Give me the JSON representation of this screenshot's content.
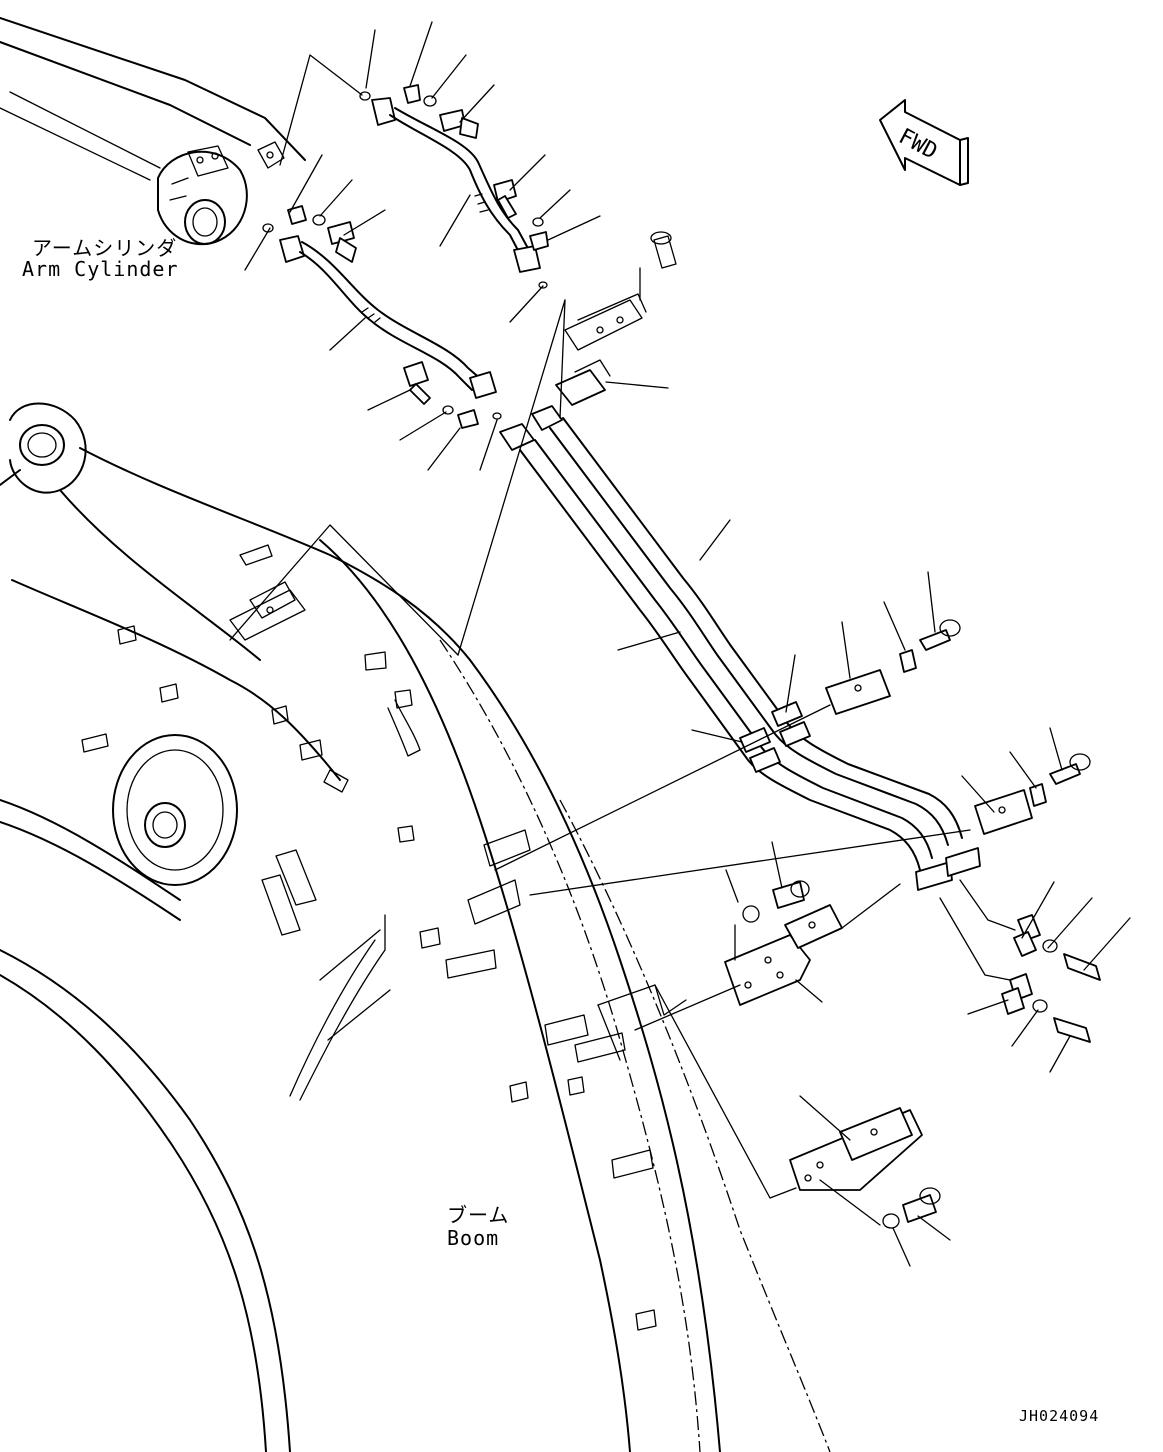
{
  "labels": {
    "arm_cylinder_jp": "アームシリンダ",
    "arm_cylinder_en": "Arm Cylinder",
    "boom_jp": "ブーム",
    "boom_en": "Boom",
    "direction": "FWD",
    "drawing_code": "JH024094"
  },
  "colors": {
    "line": "#000000",
    "background": "#ffffff"
  },
  "icons": {
    "direction_marker": "fwd-arrow-icon"
  }
}
